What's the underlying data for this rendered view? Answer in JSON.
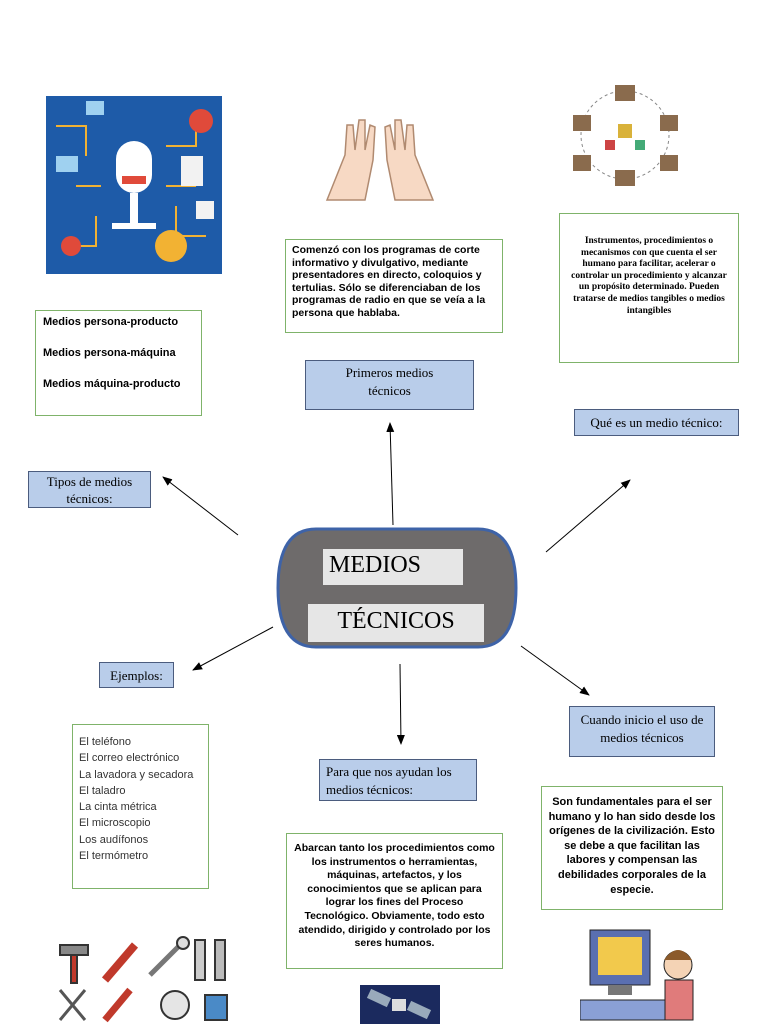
{
  "center": {
    "line1": "MEDIOS",
    "line2": "TÉCNICOS"
  },
  "labels": {
    "primeros": "Primeros medios técnicos",
    "que_es": "Qué es un medio técnico:",
    "tipos": "Tipos de medios técnicos:",
    "ejemplos": "Ejemplos:",
    "para_que": "Para que nos ayudan los medios técnicos:",
    "cuando": "Cuando inicio el uso de medios técnicos"
  },
  "boxes": {
    "primeros_text": {
      "bold1": "Comenzó con los programas de corte informativo y divulgativo,",
      "rest": " mediante presentadores en directo, coloquios y tertulias. Sólo se diferenciaban de los programas de radio en que se veía a la persona que hablaba."
    },
    "que_es_text": "Instrumentos, procedimientos o mecanismos con que cuenta el ser humano para facilitar, acelerar o controlar un procedimiento y alcanzar un propósito determinado. Pueden tratarse de medios tangibles o medios intangibles",
    "tipos_items": [
      "Medios persona-producto",
      "Medios persona-máquina",
      "Medios máquina-producto"
    ],
    "ejemplos_items": [
      "El teléfono",
      "El correo electrónico",
      "La lavadora y secadora",
      "El taladro",
      "La cinta métrica",
      "El microscopio",
      "Los audífonos",
      "El termómetro"
    ],
    "para_que_text": "Abarcan tanto los procedimientos como los instrumentos o herramientas, máquinas, artefactos, y los conocimientos que se aplican para lograr los fines del Proceso Tecnológico. Obviamente, todo esto atendido, dirigido y controlado por los seres humanos.",
    "cuando_text": "Son fundamentales para el ser humano y lo han sido desde los orígenes de la civilización. Esto se debe a que facilitan las labores y compensan las debilidades corporales de la especie."
  },
  "colors": {
    "blue_box": "#b9cdea",
    "green_border": "#7fb36a",
    "center_fill": "#6e6b6b",
    "center_border": "#3e63a8"
  }
}
